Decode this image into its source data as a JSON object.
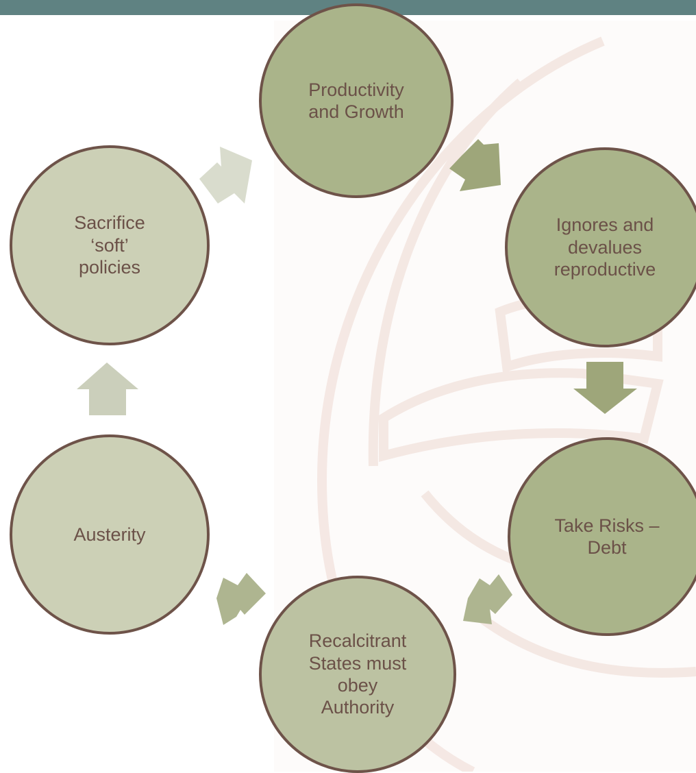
{
  "colors": {
    "top_bar": "#5f8282",
    "panel": "#fdfbfa",
    "watermark": "#f4e6e1",
    "node_border": "#6e5349",
    "node_text": "#6b5148",
    "node_dark": "#aab48a",
    "node_mid": "#bcc2a2",
    "node_light": "#ccd0b6",
    "arrow_dark": "#9ea67a",
    "arrow_mid": "#aeb590",
    "arrow_light": "#cbcfbb",
    "arrow_pale": "#d9dccd"
  },
  "diagram": {
    "nodes": [
      {
        "id": "productivity",
        "label": "Productivity\nand Growth",
        "tone": "node_dark"
      },
      {
        "id": "ignores",
        "label": "Ignores and\ndevalues\nreproductive",
        "tone": "node_dark"
      },
      {
        "id": "risks",
        "label": "Take Risks –\nDebt",
        "tone": "node_dark"
      },
      {
        "id": "recalcitrant",
        "label": "Recalcitrant\nStates must\nobey\nAuthority",
        "tone": "node_mid"
      },
      {
        "id": "austerity",
        "label": "Austerity",
        "tone": "node_light"
      },
      {
        "id": "sacrifice",
        "label": "Sacrifice\n‘soft’\npolicies",
        "tone": "node_light"
      }
    ]
  }
}
